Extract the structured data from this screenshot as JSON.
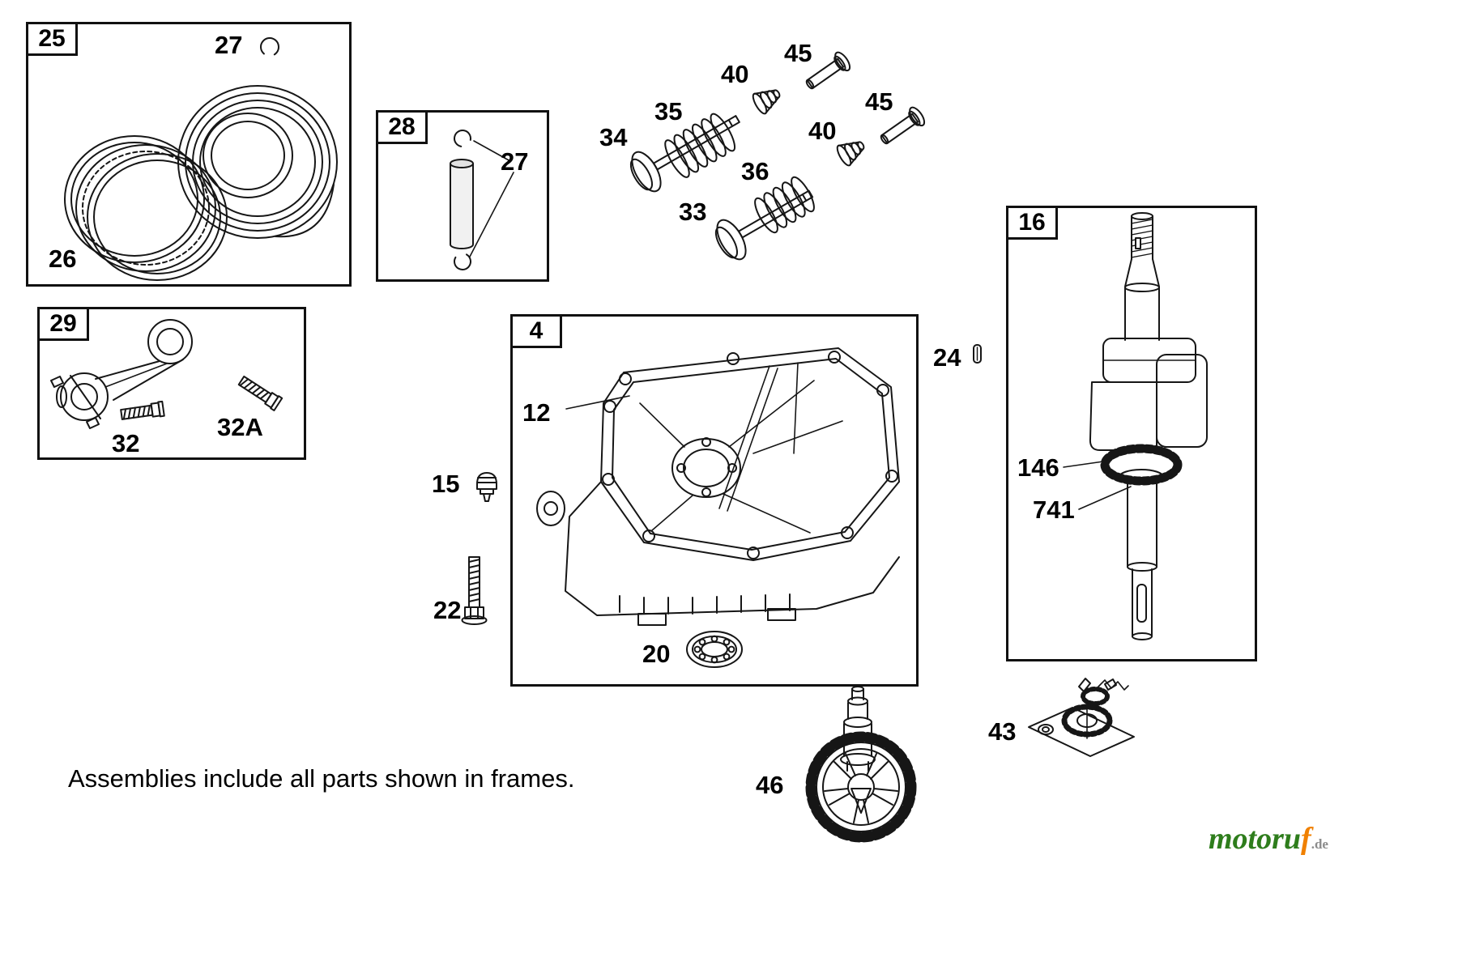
{
  "diagram": {
    "footer_note": "Assemblies include all parts shown in frames.",
    "watermark": {
      "part1": "motoru",
      "part2": "f",
      "part3": ".de"
    }
  },
  "frames": {
    "f25": "25",
    "f28": "28",
    "f29": "29",
    "f4": "4",
    "f16": "16"
  },
  "labels": {
    "p26": "26",
    "p27_piston": "27",
    "p27_pin": "27",
    "p33": "33",
    "p34": "34",
    "p35": "35",
    "p36": "36",
    "p40_upper": "40",
    "p40_lower": "40",
    "p45_upper": "45",
    "p45_lower": "45",
    "p32": "32",
    "p32A": "32A",
    "p12": "12",
    "p15": "15",
    "p20": "20",
    "p22": "22",
    "p24": "24",
    "p146": "146",
    "p741": "741",
    "p43": "43",
    "p46": "46"
  }
}
